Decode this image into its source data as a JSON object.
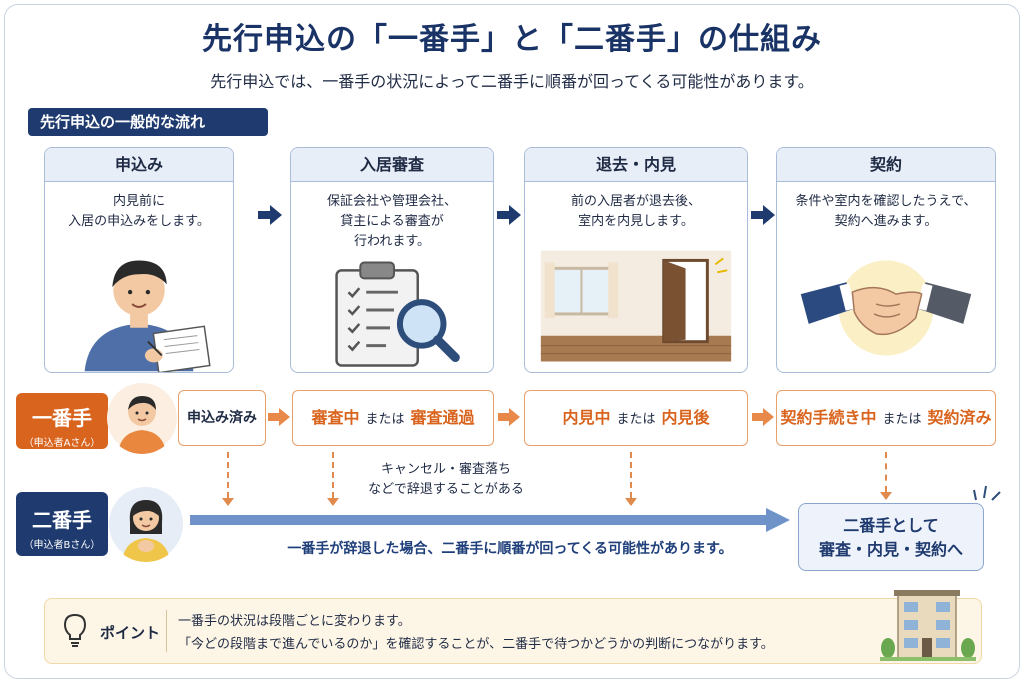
{
  "title": "先行申込の「一番手」と「二番手」の仕組み",
  "subtitle": "先行申込では、一番手の状況によって二番手に順番が回ってくる可能性があります。",
  "section_label": "先行申込の一般的な流れ",
  "steps": [
    {
      "title": "申込み",
      "desc_lines": [
        "内見前に",
        "入居の申込みをします。"
      ]
    },
    {
      "title": "入居審査",
      "desc_lines": [
        "保証会社や管理会社、",
        "貸主による審査が",
        "行われます。"
      ]
    },
    {
      "title": "退去・内見",
      "desc_lines": [
        "前の入居者が退去後、",
        "室内を内見します。"
      ]
    },
    {
      "title": "契約",
      "desc_lines": [
        "条件や室内を確認したうえで、",
        "契約へ進みます。"
      ]
    }
  ],
  "first": {
    "name": "一番手",
    "sub": "（申込者Aさん）",
    "statuses": [
      {
        "a": "申込み済み",
        "or": "",
        "b": ""
      },
      {
        "a": "審査中",
        "or": "または",
        "b": "審査通過"
      },
      {
        "a": "内見中",
        "or": "または",
        "b": "内見後"
      },
      {
        "a": "契約手続き中",
        "or": "または",
        "b": "契約済み"
      }
    ]
  },
  "cancel_note": [
    "キャンセル・審査落ち",
    "などで辞退することがある"
  ],
  "second": {
    "name": "二番手",
    "sub": "（申込者Bさん）",
    "arrow_text": "一番手が辞退した場合、二番手に順番が回ってくる可能性があります。",
    "result_lines": [
      "二番手として",
      "審査・内見・契約へ"
    ]
  },
  "point": {
    "label": "ポイント",
    "lines": [
      "一番手の状況は段階ごとに変わります。",
      "「今どの段階まで進んでいるのか」を確認することが、二番手で待つかどうかの判断につながります。"
    ]
  },
  "colors": {
    "navy": "#1e3a6e",
    "orange": "#d9641e",
    "light_blue": "#e7eef8",
    "arrow_blue": "#6f93c9"
  },
  "icons": [
    "applicant-icon",
    "clipboard-magnifier-icon",
    "room-icon",
    "handshake-icon",
    "lightbulb-icon",
    "building-icon"
  ]
}
